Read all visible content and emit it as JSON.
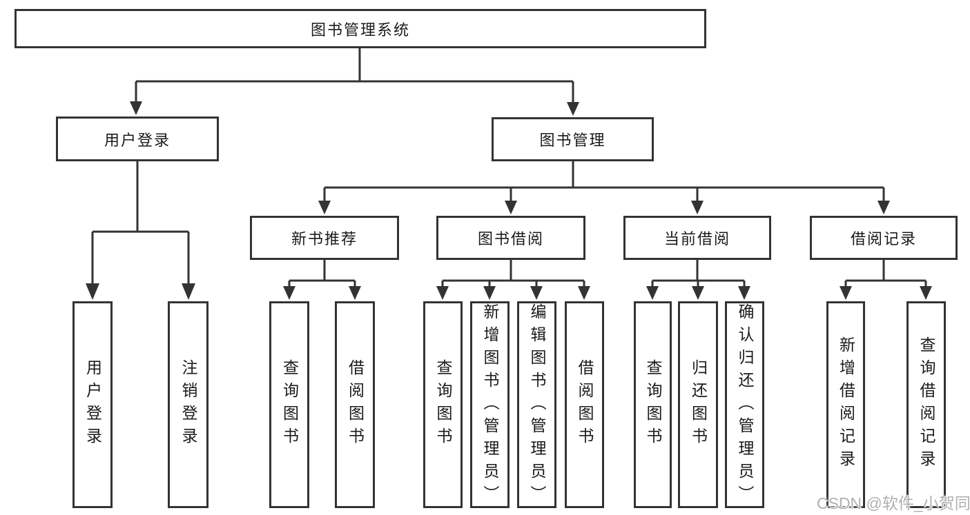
{
  "diagram": {
    "title": "图书管理系统",
    "branches": [
      {
        "label": "用户登录",
        "children": [
          {
            "label": "用户登录"
          },
          {
            "label": "注销登录"
          }
        ]
      },
      {
        "label": "图书管理",
        "children": [
          {
            "label": "新书推荐",
            "children": [
              {
                "label": "查询图书"
              },
              {
                "label": "借阅图书"
              }
            ]
          },
          {
            "label": "图书借阅",
            "children": [
              {
                "label": "查询图书"
              },
              {
                "label": "新增图书（管理员）"
              },
              {
                "label": "编辑图书（管理员）"
              },
              {
                "label": "借阅图书"
              }
            ]
          },
          {
            "label": "当前借阅",
            "children": [
              {
                "label": "查询图书"
              },
              {
                "label": "归还图书"
              },
              {
                "label": "确认归还（管理员）"
              }
            ]
          },
          {
            "label": "借阅记录",
            "children": [
              {
                "label": "新增借阅记录"
              },
              {
                "label": "查询借阅记录"
              }
            ]
          }
        ]
      }
    ]
  },
  "watermark": {
    "text": "CSDN @软件_小贺同学"
  },
  "colors": {
    "line": "#333333",
    "box_border": "#333333",
    "text": "#1a1a1a",
    "background": "#ffffff",
    "watermark": "#b0b0b0"
  }
}
